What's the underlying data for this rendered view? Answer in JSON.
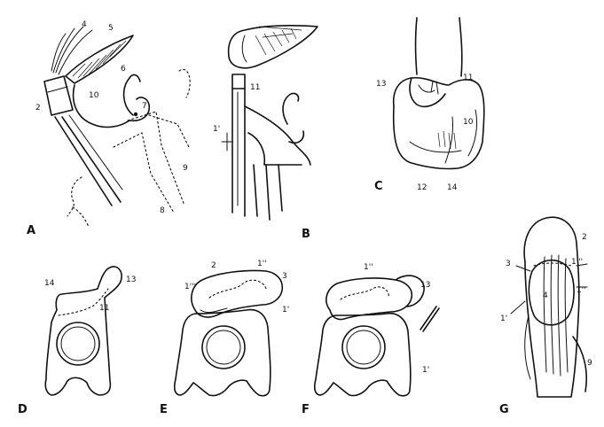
{
  "panels": {
    "A": "A",
    "B": "B",
    "C": "C",
    "D": "D",
    "E": "E",
    "F": "F",
    "G": "G"
  },
  "numbers": {
    "A": {
      "n2": "2",
      "n4": "4",
      "n5": "5",
      "n6": "6",
      "n7": "7",
      "n8": "8",
      "n9": "9",
      "n10": "10"
    },
    "B": {
      "n11": "11",
      "n1p": "1'"
    },
    "C": {
      "n13": "13",
      "n11": "11",
      "n10": "10",
      "n12": "12",
      "n14": "14"
    },
    "D": {
      "n14": "14",
      "n13": "13",
      "n11": "11"
    },
    "E": {
      "n2": "2",
      "n1pp": "1''",
      "n3": "3",
      "n1ppp": "1'''",
      "n1p": "1'"
    },
    "F": {
      "n1pp": "1''",
      "n13": "13",
      "n1p": "1'"
    },
    "G": {
      "n2": "2",
      "n3": "3",
      "n1ppp": "1'''",
      "n4": "4",
      "n1pp": "1''",
      "n1p": "1'",
      "n9": "9"
    }
  }
}
